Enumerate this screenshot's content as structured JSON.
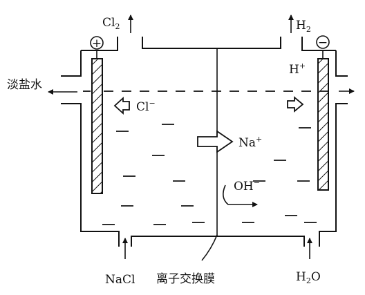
{
  "labels": {
    "cl2": "Cl",
    "cl2_sub": "2",
    "h2": "H",
    "h2_sub": "2",
    "anode_sign": "+",
    "cathode_sign": "−",
    "dilute_brine": "淡盐水",
    "h_plus": "H",
    "h_plus_sup": "+",
    "cl_minus": "Cl",
    "cl_minus_sup": "−",
    "na_plus": "Na",
    "na_plus_sup": "+",
    "oh_minus": "OH",
    "oh_minus_sup": "−",
    "nacl": "NaCl",
    "membrane": "离子交换膜",
    "h2o": "H",
    "h2o_sub": "2",
    "h2o_tail": "O"
  }
}
